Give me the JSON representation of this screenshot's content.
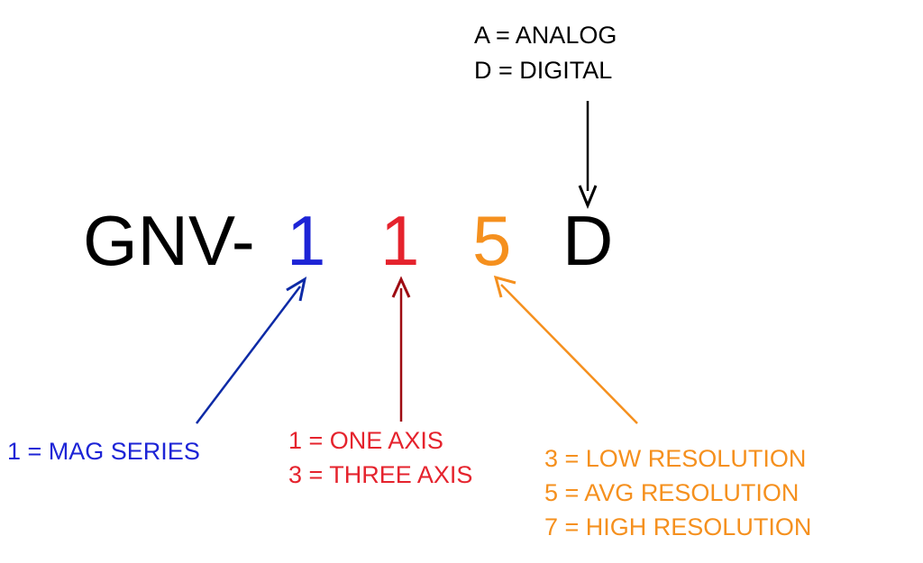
{
  "code": {
    "prefix": "GNV-",
    "digit1": "1",
    "digit2": "1",
    "digit3": "5",
    "letter": "D"
  },
  "legend_output": {
    "line1": "A = ANALOG",
    "line2": "D = DIGITAL"
  },
  "legend_series": {
    "line1": "1 = MAG SERIES"
  },
  "legend_axis": {
    "line1": "1 = ONE AXIS",
    "line2": "3 = THREE AXIS"
  },
  "legend_resolution": {
    "line1": "3 = LOW RESOLUTION",
    "line2": "5 = AVG RESOLUTION",
    "line3": "7 = HIGH RESOLUTION"
  },
  "colors": {
    "black": "#000000",
    "blue_text": "#1d24d6",
    "blue_arrow": "#0d2aa6",
    "red_text": "#e5232d",
    "red_arrow": "#9e0b12",
    "orange": "#f5901e"
  }
}
